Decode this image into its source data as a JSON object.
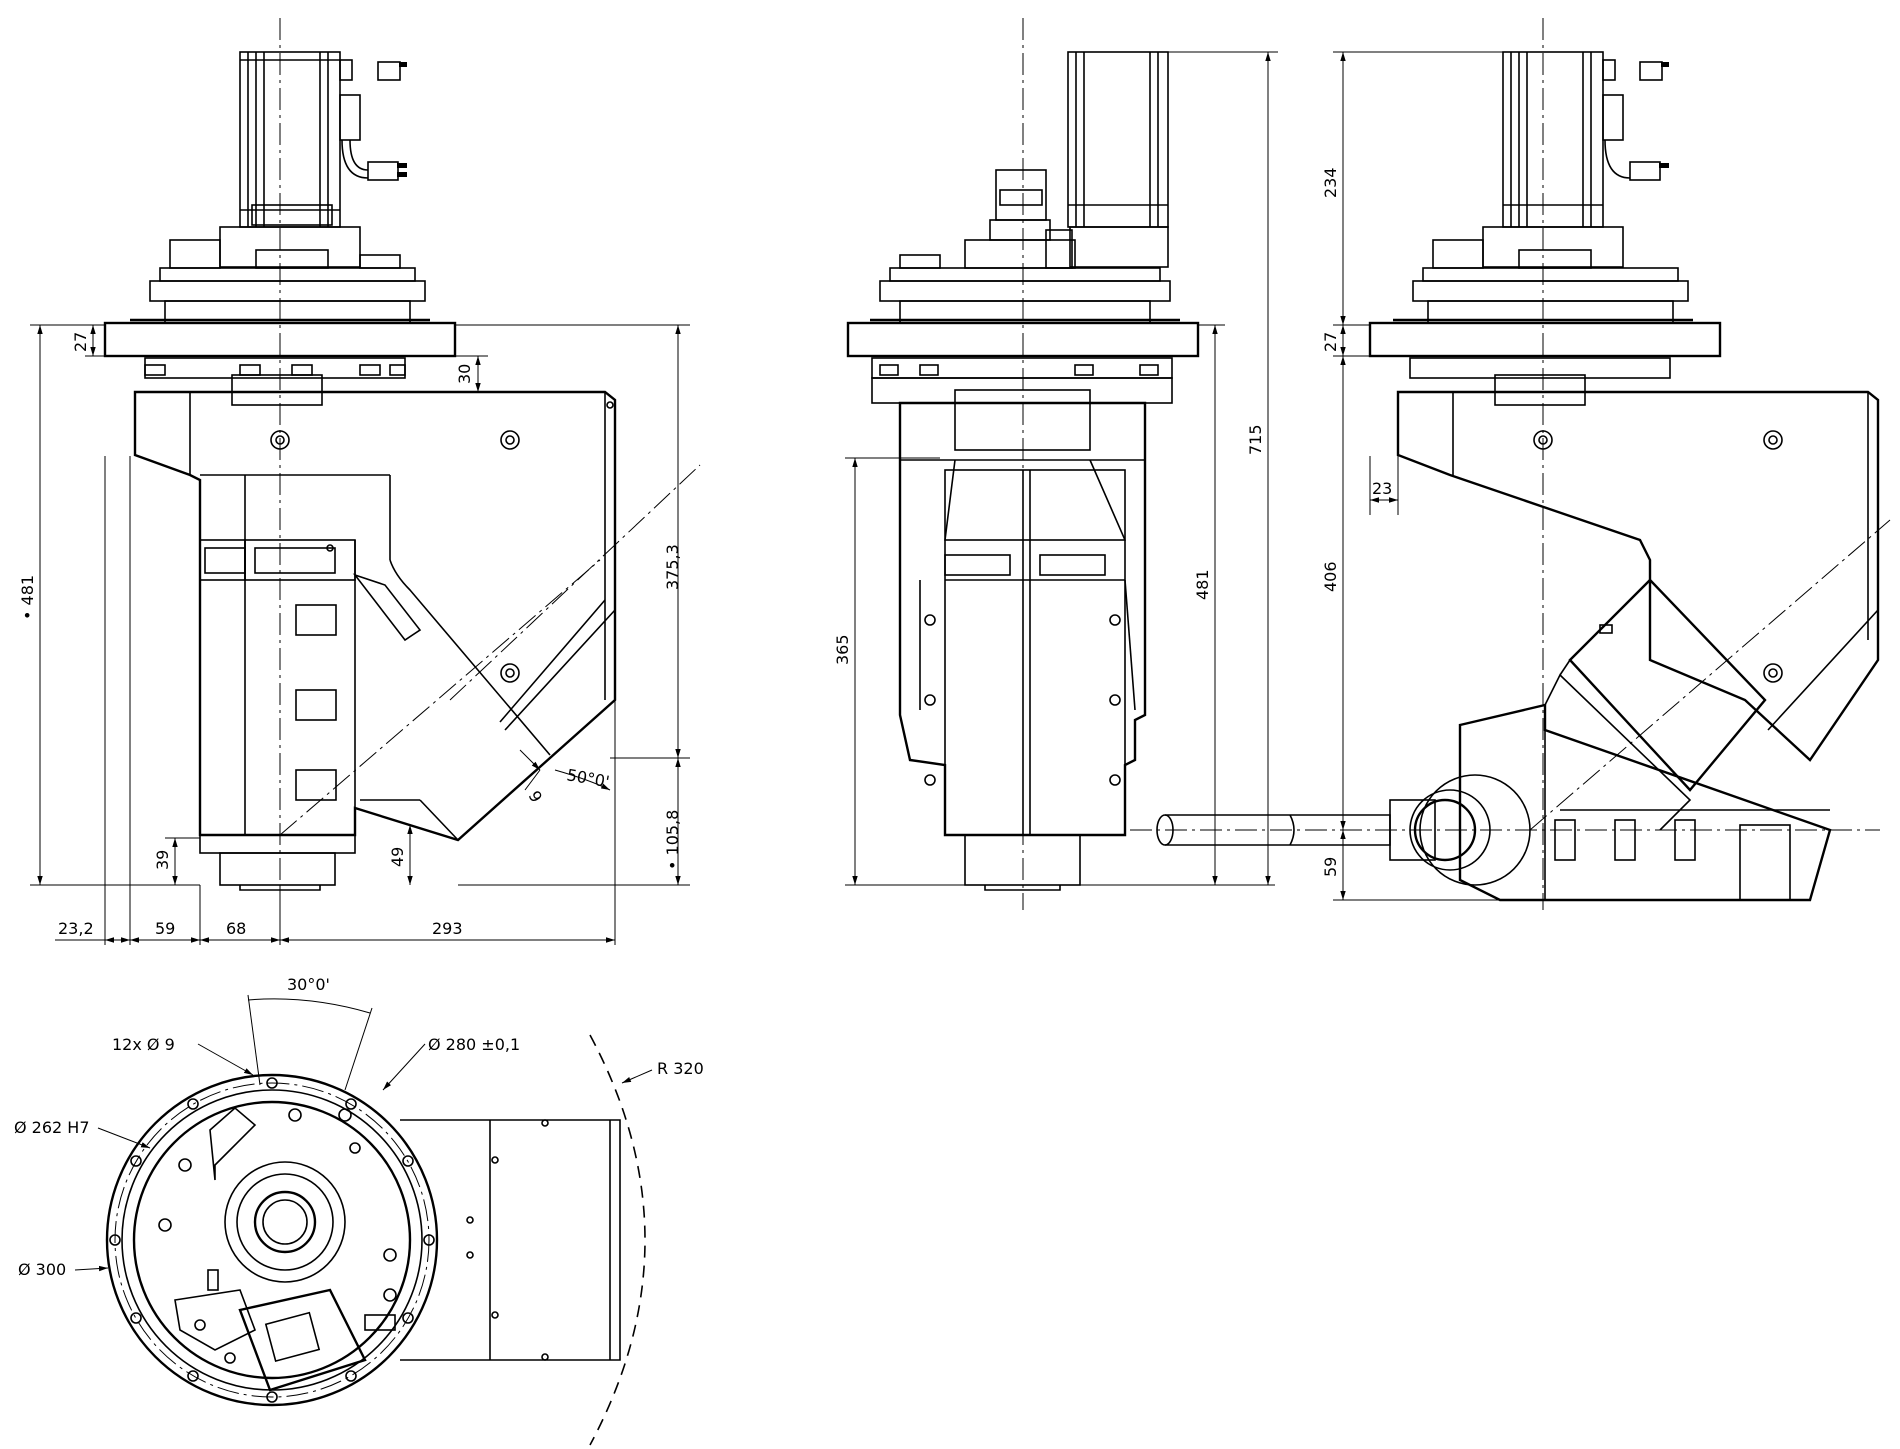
{
  "drawing": {
    "front_view": {
      "dims": {
        "total_height": "• 481",
        "flange_thickness": "27",
        "offset_top": "30",
        "right_height": "375,3",
        "angle": "50°0'",
        "gap": "9",
        "lower_right": "• 105,8",
        "base_39": "39",
        "base_49": "49",
        "w_23_2": "23,2",
        "w_59": "59",
        "w_68": "68",
        "w_293": "293"
      }
    },
    "side_view": {
      "dims": {
        "spindle_height": "365",
        "height_481": "481",
        "total_715": "715"
      }
    },
    "right_view": {
      "dims": {
        "motor_234": "234",
        "flange_27": "27",
        "offset_23": "23",
        "height_406": "406",
        "tool_59": "59"
      }
    },
    "top_view": {
      "dims": {
        "angle_30": "30°0'",
        "holes": "12x Ø 9",
        "bolt_circle": "Ø 280 ±0,1",
        "radius": "R 320",
        "bore": "Ø 262 H7",
        "outer": "Ø 300"
      }
    }
  }
}
